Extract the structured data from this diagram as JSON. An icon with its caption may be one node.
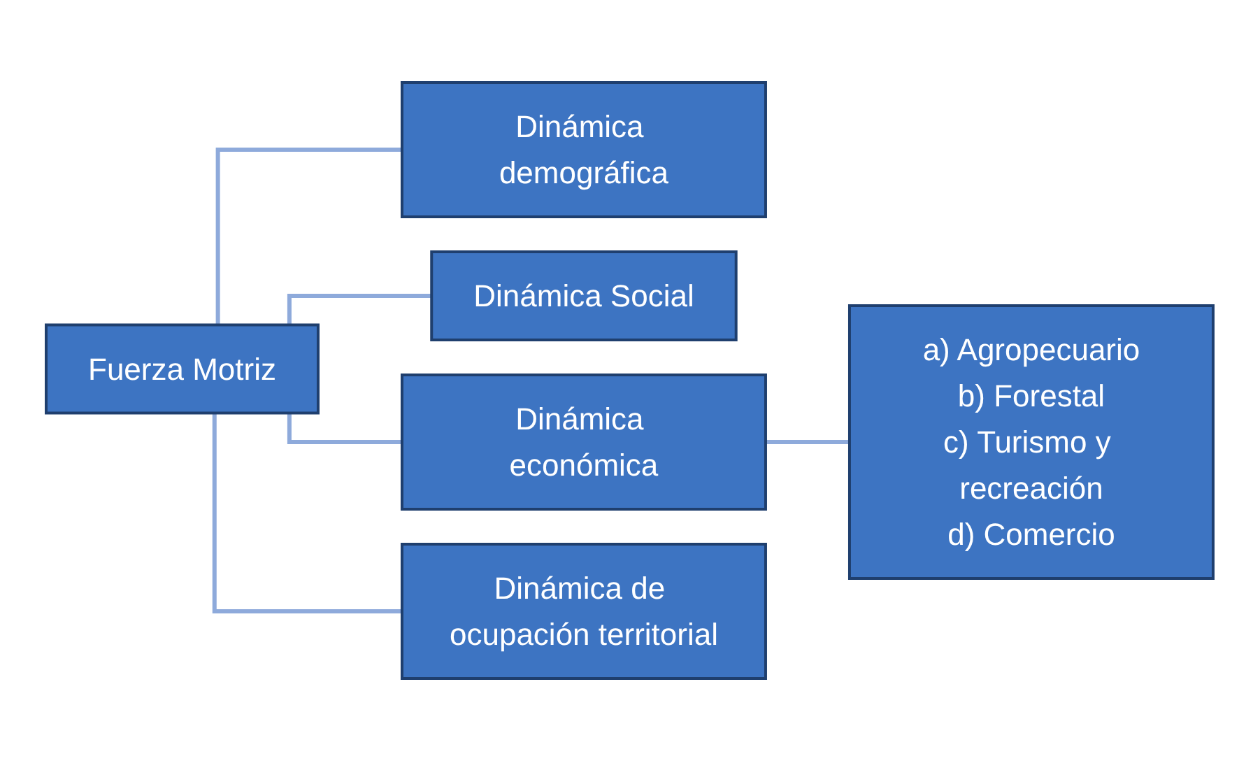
{
  "diagram": {
    "nodes": [
      {
        "text": [
          "Fuerza Motriz"
        ]
      },
      {
        "text": [
          "Dinámica demográfica"
        ]
      },
      {
        "text": [
          "Dinámica Social"
        ]
      },
      {
        "text": [
          "Dinámica económica"
        ]
      },
      {
        "text": [
          "Dinámica de ocupación territorial"
        ]
      },
      {
        "text": [
          "a) Agropecuario",
          "b) Forestal",
          "c) Turismo y recreación",
          "d) Comercio"
        ]
      }
    ],
    "edges": [
      {
        "from": 0,
        "to": 1,
        "arrow": "none"
      },
      {
        "from": 0,
        "to": 2,
        "arrow": "none"
      },
      {
        "from": 0,
        "to": 3,
        "arrow": "none"
      },
      {
        "from": 0,
        "to": 4,
        "arrow": "none"
      },
      {
        "from": 3,
        "to": 5,
        "arrow": "none"
      }
    ]
  }
}
